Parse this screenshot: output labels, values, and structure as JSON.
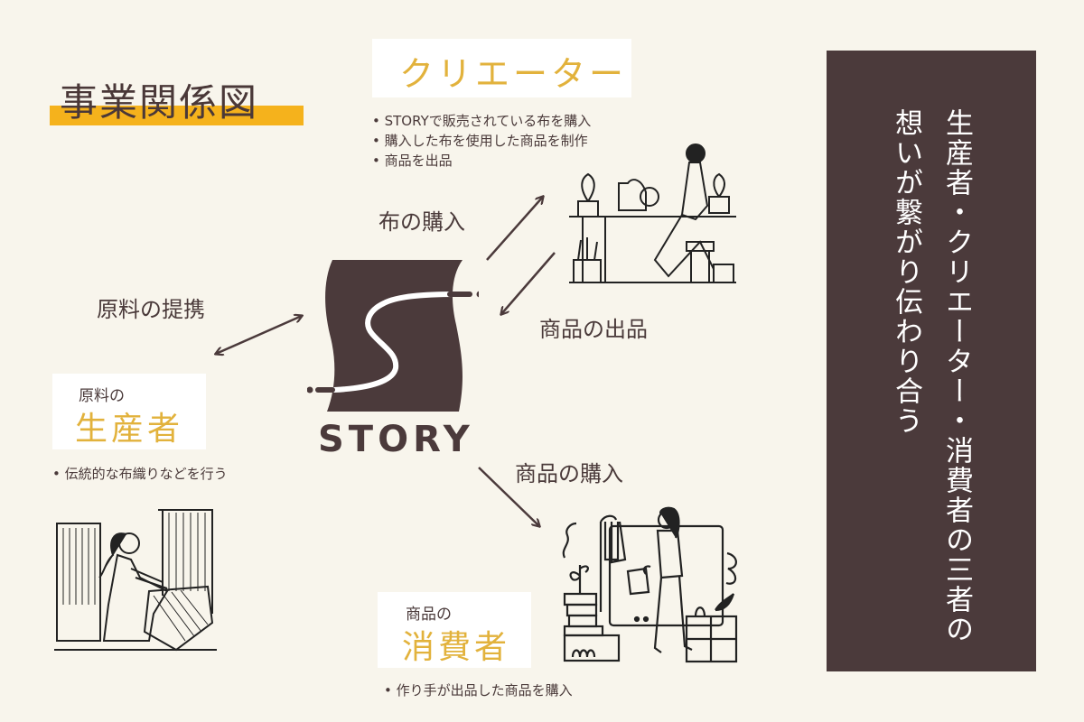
{
  "title": "事業関係図",
  "logo": {
    "name": "STORY",
    "color": "#4b3a3b"
  },
  "roles": {
    "creator": {
      "name": "クリエーター",
      "bullets": [
        "STORYで販売されている布を購入",
        "購入した布を使用した商品を制作",
        "商品を出品"
      ],
      "illustration": "sewing-woman-illustration"
    },
    "producer": {
      "sub": "原料の",
      "name": "生産者",
      "bullets": [
        "伝統的な布織りなどを行う"
      ],
      "illustration": "weaving-woman-illustration"
    },
    "consumer": {
      "sub": "商品の",
      "name": "消費者",
      "bullets": [
        "作り手が出品した商品を購入"
      ],
      "illustration": "shopping-woman-illustration"
    }
  },
  "flows": {
    "fabric_purchase": "布の購入",
    "product_listing": "商品の出品",
    "material_partnership": "原料の提携",
    "product_purchase": "商品の購入"
  },
  "panel": {
    "text": "生産者・クリエーター・消費者の三者の想いが繋がり伝わり合う"
  },
  "colors": {
    "background": "#f8f5ec",
    "accent_yellow": "#f5b21c",
    "role_gold": "#e2b23c",
    "dark_brown": "#4b3a3b"
  }
}
